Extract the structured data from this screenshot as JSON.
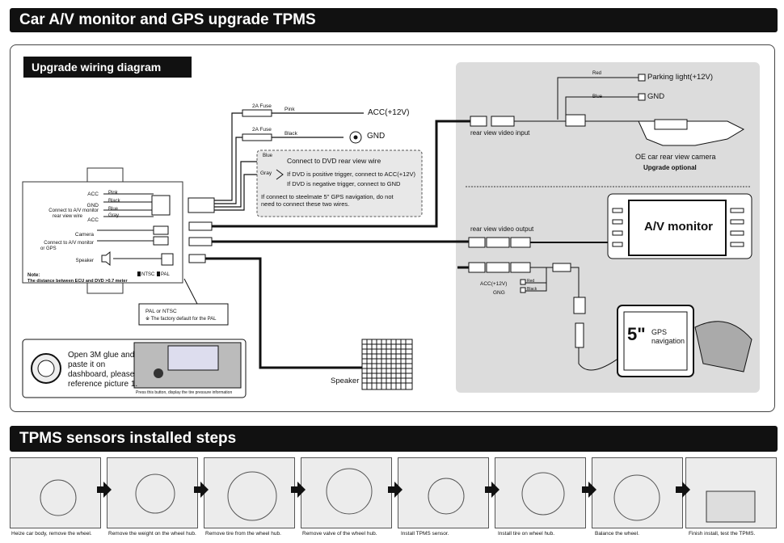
{
  "header": {
    "title": "Car A/V monitor and GPS upgrade TPMS"
  },
  "wiring": {
    "title": "Upgrade wiring diagram",
    "fuse1": "2A Fuse",
    "fuse2": "2A Fuse",
    "wire_pink": "Pink",
    "wire_black": "Black",
    "acc": "ACC(+12V)",
    "gnd": "GND",
    "ecu_labels": [
      "ACC",
      "GND",
      "Connect to A/V monitor",
      "rear view wire",
      "ACC",
      "Camera",
      "Connect to A/V monitor",
      "or GPS",
      "Speaker"
    ],
    "ecu_wires": [
      "Pink",
      "Black",
      "Blue",
      "Gray"
    ],
    "note": "Note:",
    "note_text": "The distance between ECU and DVD >0.7 meter",
    "ntsc": "NTSC",
    "pal": "PAL",
    "callout": {
      "blue": "Blue",
      "gray": "Gray",
      "line1": "Connect to DVD rear view wire",
      "line2": "If DVD is positive trigger, connect to ACC(+12V)",
      "line3": "If DVD is negative trigger, connect to GND",
      "line4": "If connect to steelmate 5\" GPS navigation, do not",
      "line5": "need to connect these two wires."
    },
    "pal_box": {
      "line1": "PAL or NTSC",
      "line2": "※ The factory default for the PAL"
    },
    "glue": {
      "line1": "Open 3M glue and",
      "line2": "paste it on",
      "line3": "dashboard, please",
      "line4": "reference picture 1.",
      "caption": "Press this button, display the tire pressure information"
    },
    "speaker": "Speaker",
    "camera": {
      "red": "Red",
      "blue": "Blue",
      "parking": "Parking light(+12V)",
      "gnd": "GND",
      "input": "rear view video input",
      "name": "OE car rear view camera",
      "optional": "Upgrade optional"
    },
    "monitor": {
      "output": "rear view video output",
      "name": "A/V monitor",
      "acc": "ACC(+12V)",
      "gng": "GNG",
      "red": "Red",
      "black": "Black"
    },
    "gps": {
      "size": "5\"",
      "gps": "GPS",
      "nav": "navigation"
    }
  },
  "steps": {
    "title": "TPMS sensors installed steps",
    "items": [
      "Heize car body, remove the wheel.",
      "Remove the weight on the wheel hub.",
      "Remove tire from the wheel hub.",
      "Remove valve of the wheel hub.",
      "Install TPMS sensor.",
      "Install tire on wheel hub.",
      "Balance the wheel.",
      "Finish install, test the TPMS."
    ]
  }
}
